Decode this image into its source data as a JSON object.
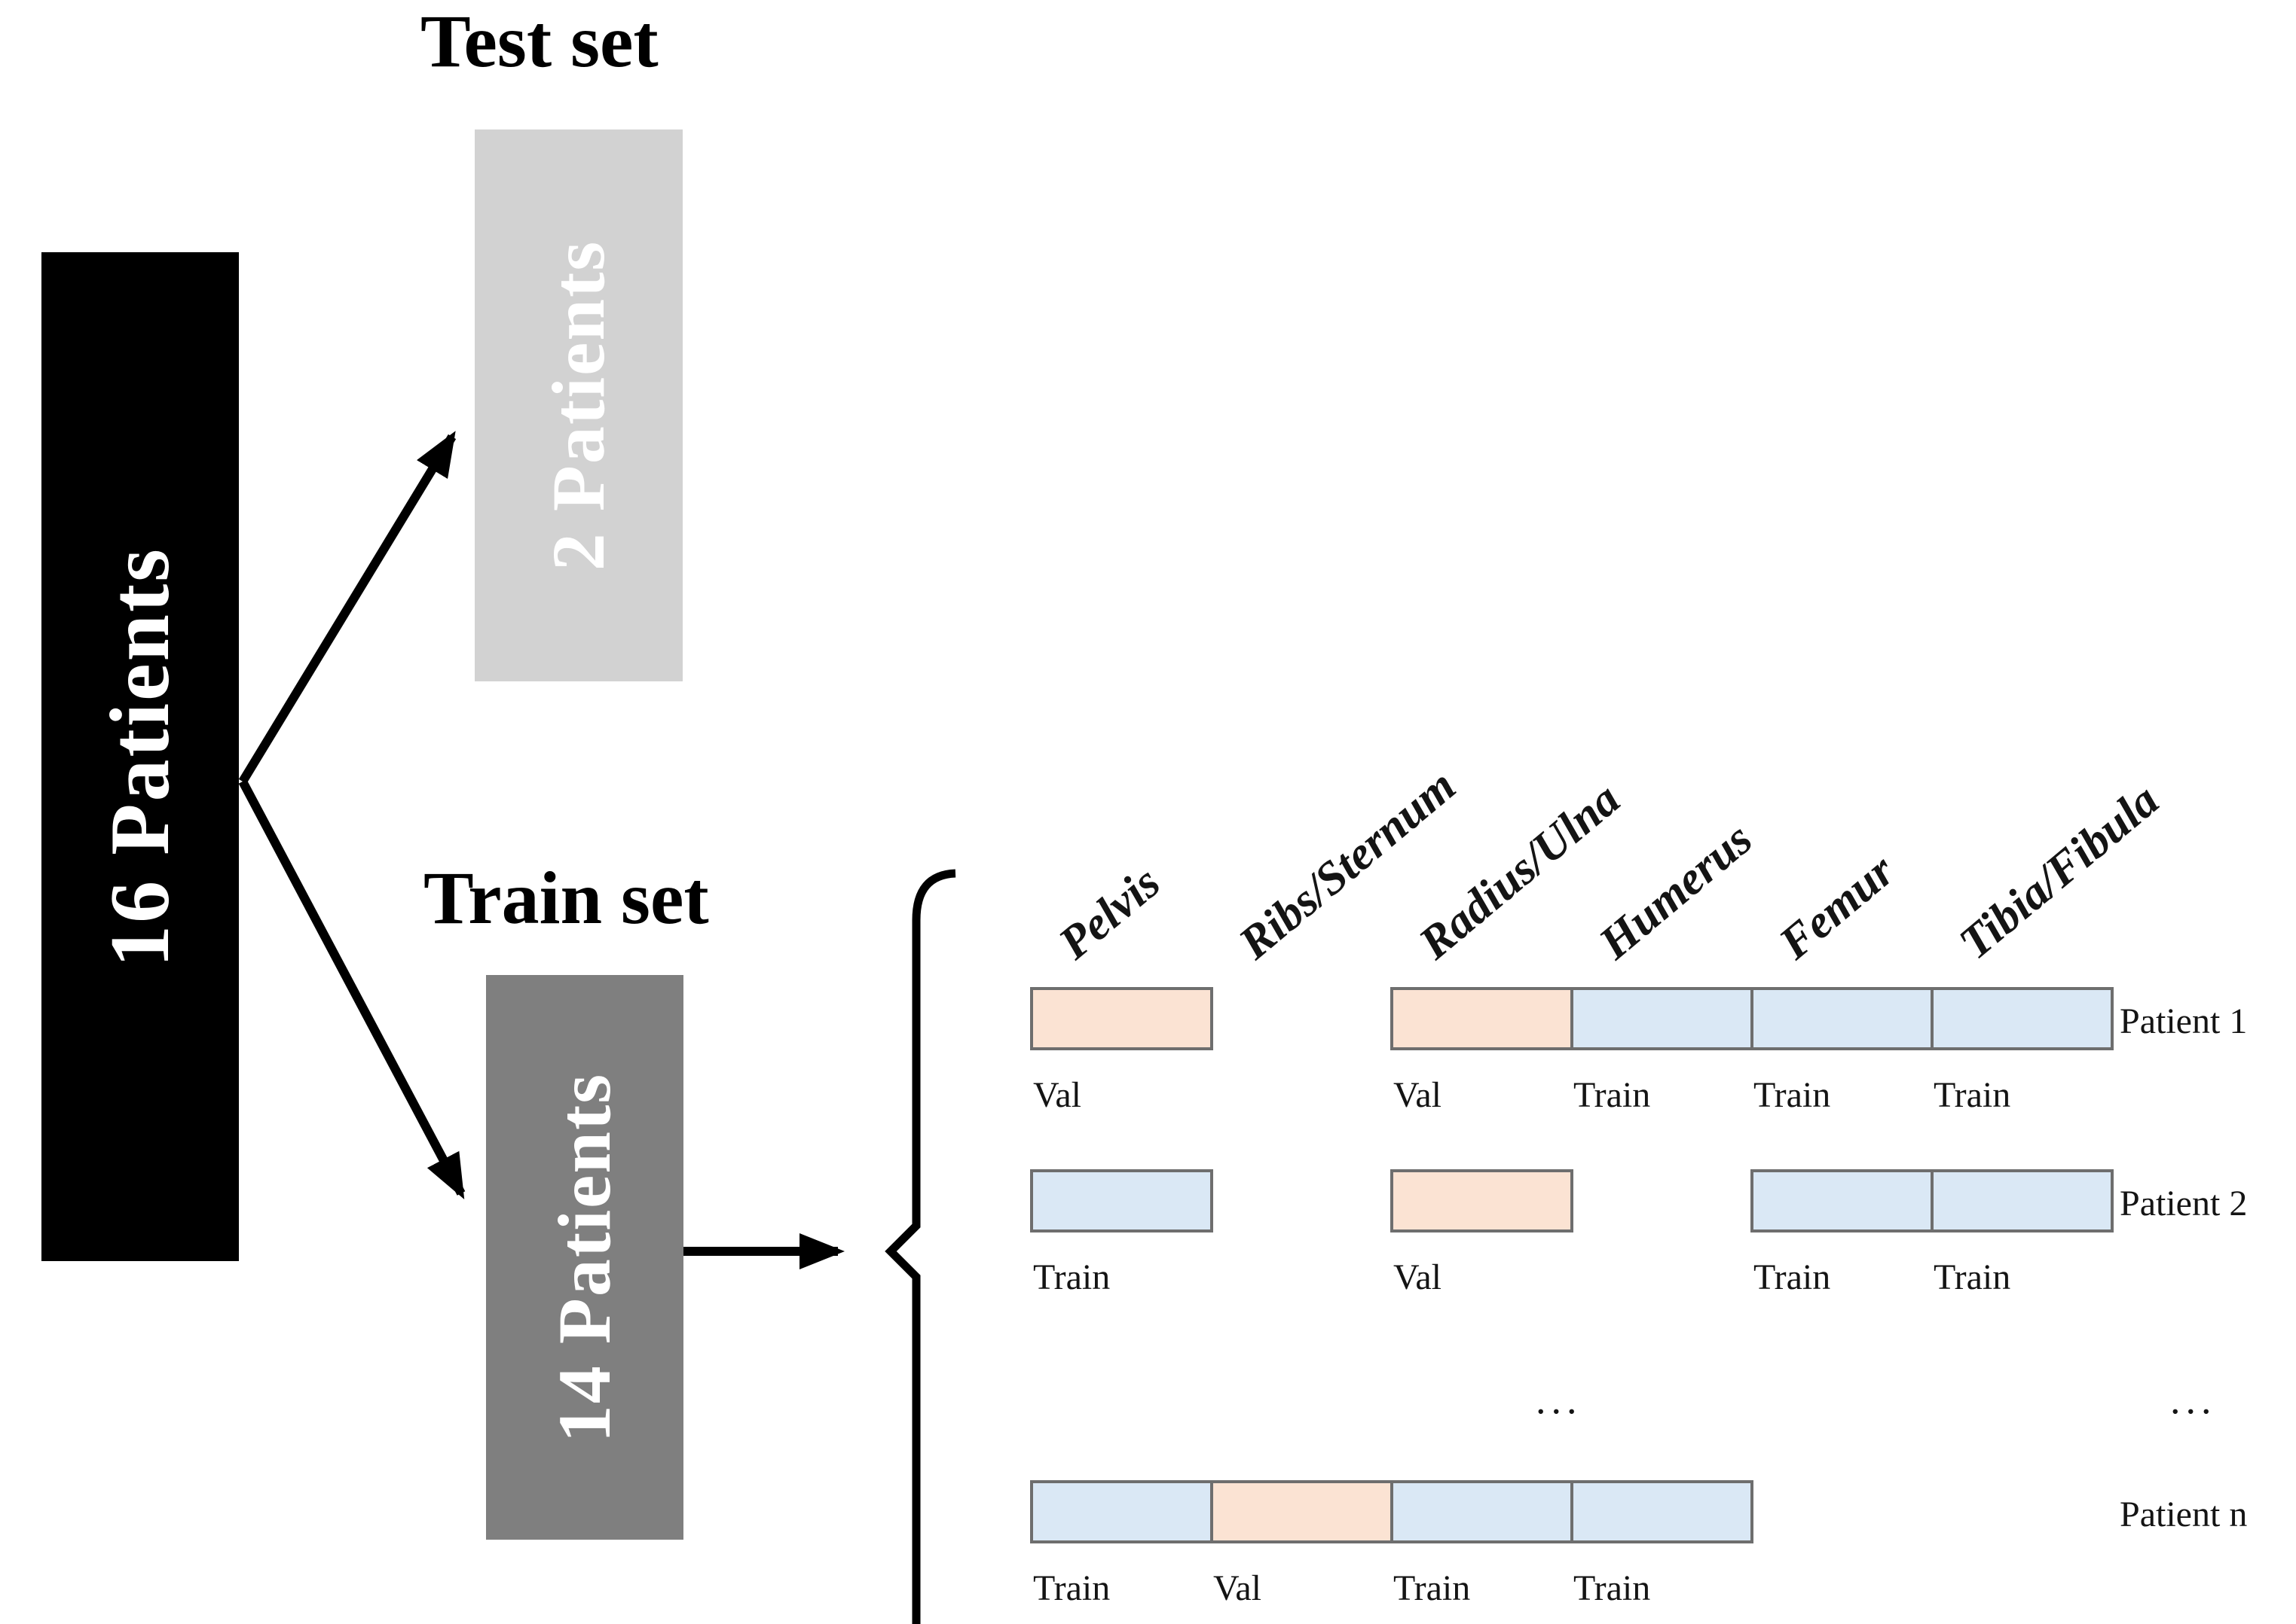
{
  "root_box": {
    "label": "16 Patients"
  },
  "test_set": {
    "title": "Test set",
    "box_label": "2 Patients"
  },
  "train_set": {
    "title": "Train set",
    "box_label": "14 Patients"
  },
  "colors": {
    "root_box_bg": "#000000",
    "test_box_bg": "#D2D2D2",
    "train_box_bg": "#7F7F7F",
    "val_cell_bg": "#FBE3D3",
    "train_cell_bg": "#DAE8F5",
    "cell_border": "#6E6E6E",
    "box_text": "#FFFFFF",
    "text": "#141414"
  },
  "grid": {
    "columns": [
      "Pelvis",
      "Ribs/Sternum",
      "Radius/Ulna",
      "Humerus",
      "Femur",
      "Tibia/Fibula"
    ],
    "rows": [
      {
        "name": "Patient 1",
        "cells": [
          {
            "col": 0,
            "type": "val",
            "label": "Val"
          },
          {
            "col": 2,
            "type": "val",
            "label": "Val"
          },
          {
            "col": 3,
            "type": "train",
            "label": "Train"
          },
          {
            "col": 4,
            "type": "train",
            "label": "Train"
          },
          {
            "col": 5,
            "type": "train",
            "label": "Train"
          }
        ]
      },
      {
        "name": "Patient 2",
        "cells": [
          {
            "col": 0,
            "type": "train",
            "label": "Train"
          },
          {
            "col": 2,
            "type": "val",
            "label": "Val"
          },
          {
            "col": 4,
            "type": "train",
            "label": "Train"
          },
          {
            "col": 5,
            "type": "train",
            "label": "Train"
          }
        ]
      },
      {
        "name": "Patient n",
        "cells": [
          {
            "col": 0,
            "type": "train",
            "label": "Train"
          },
          {
            "col": 1,
            "type": "val",
            "label": "Val"
          },
          {
            "col": 2,
            "type": "train",
            "label": "Train"
          },
          {
            "col": 3,
            "type": "train",
            "label": "Train"
          }
        ]
      }
    ],
    "ellipsis": "..."
  }
}
